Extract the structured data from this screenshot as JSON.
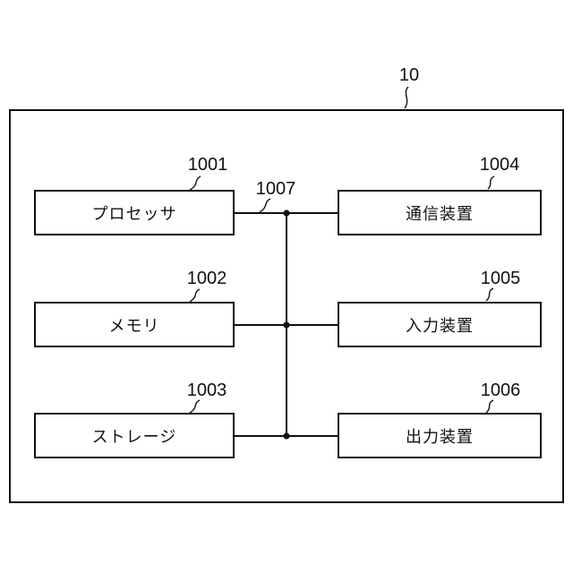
{
  "figure": {
    "system_label": "10",
    "bus": {
      "ref": "1007"
    },
    "blocks": [
      {
        "ref": "1001",
        "label": "プロセッサ"
      },
      {
        "ref": "1002",
        "label": "メモリ"
      },
      {
        "ref": "1003",
        "label": "ストレージ"
      },
      {
        "ref": "1004",
        "label": "通信装置"
      },
      {
        "ref": "1005",
        "label": "入力装置"
      },
      {
        "ref": "1006",
        "label": "出力装置"
      }
    ],
    "colors": {
      "line": "#111111",
      "text": "#111111",
      "background": "#ffffff"
    }
  }
}
